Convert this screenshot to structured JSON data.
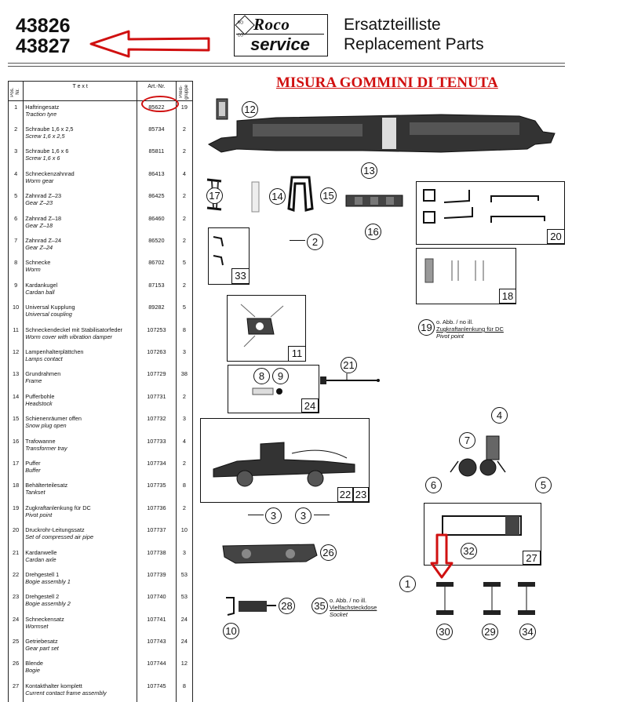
{
  "header": {
    "model_numbers": [
      "43826",
      "43827"
    ],
    "brand_top": "Roco",
    "brand_bottom": "service",
    "logo_badge": "RO CO",
    "title_de": "Ersatzteilliste",
    "title_en": "Replacement Parts",
    "annotation": "MISURA GOMMINI  DI TENUTA",
    "highlight_color": "#d01010"
  },
  "table": {
    "col_pos": "Pos. Nr.",
    "col_text": "T e x t",
    "col_art": "Art.-Nr.",
    "col_qty": "Preis- gruppe",
    "rows": [
      {
        "pos": "1",
        "de": "Haftringesatz",
        "en": "Traction tyre",
        "art": "85622",
        "qty": "19"
      },
      {
        "pos": "2",
        "de": "Schraube 1,6 x 2,5",
        "en": "Screw 1,6 x 2,5",
        "art": "85734",
        "qty": "2"
      },
      {
        "pos": "3",
        "de": "Schraube 1,6 x 6",
        "en": "Screw 1,6 x 6",
        "art": "85811",
        "qty": "2"
      },
      {
        "pos": "4",
        "de": "Schneckenzahnrad",
        "en": "Worm gear",
        "art": "86413",
        "qty": "4"
      },
      {
        "pos": "5",
        "de": "Zahnrad Z–23",
        "en": "Gear Z–23",
        "art": "86425",
        "qty": "2"
      },
      {
        "pos": "6",
        "de": "Zahnrad Z–18",
        "en": "Gear Z–18",
        "art": "86460",
        "qty": "2"
      },
      {
        "pos": "7",
        "de": "Zahnrad Z–24",
        "en": "Gear Z–24",
        "art": "86520",
        "qty": "2"
      },
      {
        "pos": "8",
        "de": "Schnecke",
        "en": "Worm",
        "art": "86702",
        "qty": "5"
      },
      {
        "pos": "9",
        "de": "Kardankugel",
        "en": "Cardan ball",
        "art": "87153",
        "qty": "2"
      },
      {
        "pos": "10",
        "de": "Universal Kupplung",
        "en": "Universal coupling",
        "art": "89282",
        "qty": "5"
      },
      {
        "pos": "11",
        "de": "Schneckendeckel mit Stabilisatorfeder",
        "en": "Worm cover with vibration damper",
        "art": "107253",
        "qty": "8"
      },
      {
        "pos": "12",
        "de": "Lampenhalterplättchen",
        "en": "Lamps contact",
        "art": "107263",
        "qty": "3"
      },
      {
        "pos": "13",
        "de": "Grundrahmen",
        "en": "Frame",
        "art": "107729",
        "qty": "38"
      },
      {
        "pos": "14",
        "de": "Pufferbohle",
        "en": "Headstock",
        "art": "107731",
        "qty": "2"
      },
      {
        "pos": "15",
        "de": "Schienenräumer offen",
        "en": "Snow plug open",
        "art": "107732",
        "qty": "3"
      },
      {
        "pos": "16",
        "de": "Trafowanne",
        "en": "Transformer tray",
        "art": "107733",
        "qty": "4"
      },
      {
        "pos": "17",
        "de": "Puffer",
        "en": "Buffer",
        "art": "107734",
        "qty": "2"
      },
      {
        "pos": "18",
        "de": "Behälterteilesatz",
        "en": "Tankset",
        "art": "107735",
        "qty": "8"
      },
      {
        "pos": "19",
        "de": "Zugkraftanlenkung für DC",
        "en": "Pivot point",
        "art": "107736",
        "qty": "2"
      },
      {
        "pos": "20",
        "de": "Druckrohr-Leitungssatz",
        "en": "Set of compressed air pipe",
        "art": "107737",
        "qty": "10"
      },
      {
        "pos": "21",
        "de": "Kardanwelle",
        "en": "Cardan axle",
        "art": "107738",
        "qty": "3"
      },
      {
        "pos": "22",
        "de": "Drehgestell 1",
        "en": "Bogie assembly 1",
        "art": "107739",
        "qty": "53"
      },
      {
        "pos": "23",
        "de": "Drehgestell 2",
        "en": "Bogie assembly 2",
        "art": "107740",
        "qty": "53"
      },
      {
        "pos": "24",
        "de": "Schneckensatz",
        "en": "Wormset",
        "art": "107741",
        "qty": "24"
      },
      {
        "pos": "25",
        "de": "Getriebesatz",
        "en": "Gear part set",
        "art": "107743",
        "qty": "24"
      },
      {
        "pos": "26",
        "de": "Blende",
        "en": "Bogie",
        "art": "107744",
        "qty": "12"
      },
      {
        "pos": "27",
        "de": "Kontakthalter komplett",
        "en": "Current contact frame assembly",
        "art": "107745",
        "qty": "8"
      }
    ]
  },
  "callouts": {
    "c1": "1",
    "c2": "2",
    "c3a": "3",
    "c3b": "3",
    "c4": "4",
    "c5": "5",
    "c6": "6",
    "c7": "7",
    "c8": "8",
    "c9": "9",
    "c10": "10",
    "c11": "11",
    "c12": "12",
    "c13": "13",
    "c14": "14",
    "c15": "15",
    "c16": "16",
    "c17": "17",
    "c18": "18",
    "c19": "19",
    "c20": "20",
    "c21": "21",
    "c22": "22",
    "c23": "23",
    "c24": "24",
    "c26": "26",
    "c27": "27",
    "c28": "28",
    "c29": "29",
    "c30": "30",
    "c32": "32",
    "c33": "33",
    "c34": "34",
    "c35": "35"
  },
  "notes": {
    "n19_a": "o. Abb. / no ill.",
    "n19_b": "Zugkraftanlenkung für DC",
    "n19_c": "Pivot point",
    "n35_a": "o. Abb. / no ill.",
    "n35_b": "Vielfachsteckdose",
    "n35_c": "Socket"
  }
}
